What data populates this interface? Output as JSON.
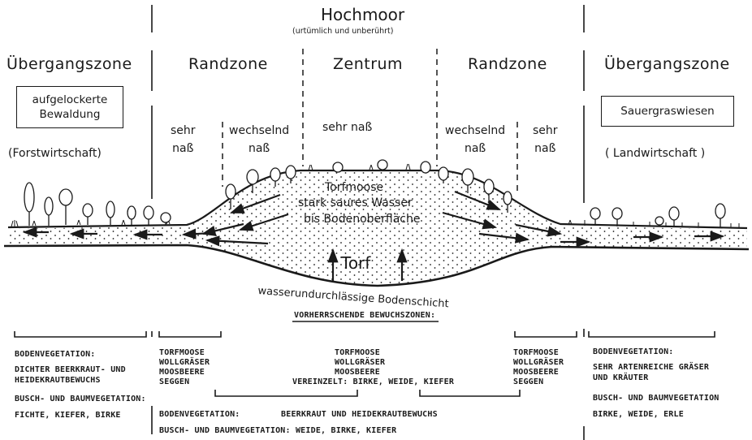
{
  "title": "Hochmoor",
  "subtitle": "(urtümlich und unberührt)",
  "zones": {
    "left_transition": "Übergangszone",
    "left_edge": "Randzone",
    "center": "Zentrum",
    "right_edge": "Randzone",
    "right_transition": "Übergangszone"
  },
  "left_box": [
    "aufgelockerte",
    "Bewaldung"
  ],
  "right_box": "Sauergraswiesen",
  "left_use": "(Forstwirtschaft)",
  "right_use": "( Landwirtschaft )",
  "wetness": {
    "sehr_nass_left": [
      "sehr",
      "naß"
    ],
    "wechselnd_left": [
      "wechselnd",
      "naß"
    ],
    "center": "sehr naß",
    "wechselnd_right": [
      "wechselnd",
      "naß"
    ],
    "sehr_nass_right": [
      "sehr",
      "naß"
    ]
  },
  "bog_labels": {
    "torfmoose": "Torfmoose",
    "wasser": "stark saures Wasser",
    "oberflaeche": "bis Bodenoberfläche",
    "torf": "Torf",
    "schicht": "wasserundurchlässige Bodenschicht"
  },
  "vegetation": {
    "heading": "VORHERRSCHENDE BEWUCHSZONEN:",
    "left": {
      "boden_label": "BODENVEGETATION:",
      "boden": [
        "DICHTER BEERKRAUT- UND",
        "HEIDEKRAUTBEWUCHS"
      ],
      "busch_label": "BUSCH- UND BAUMVEGETATION:",
      "busch": "FICHTE, KIEFER, BIRKE"
    },
    "edge_left": [
      "TORFMOOSE",
      "WOLLGRÄSER",
      "MOOSBEERE",
      "SEGGEN"
    ],
    "center": [
      "TORFMOOSE",
      "WOLLGRÄSER",
      "MOOSBEERE"
    ],
    "center_extra": "VEREINZELT: BIRKE, WEIDE, KIEFER",
    "edge_right": [
      "TORFMOOSE",
      "WOLLGRÄSER",
      "MOOSBEERE",
      "SEGGEN"
    ],
    "right": {
      "boden_label": "BODENVEGETATION:",
      "boden": [
        "SEHR ARTENREICHE GRÄSER",
        "UND KRÄUTER"
      ],
      "busch_label": "BUSCH- UND BAUMVEGETATION",
      "busch": "BIRKE, WEIDE, ERLE"
    },
    "bottom_boden_label": "BODENVEGETATION:",
    "bottom_boden": "BEERKRAUT UND HEIDEKRAUTBEWUCHS",
    "bottom_busch": "BUSCH- UND BAUMVEGETATION:  WEIDE, BIRKE, KIEFER"
  }
}
